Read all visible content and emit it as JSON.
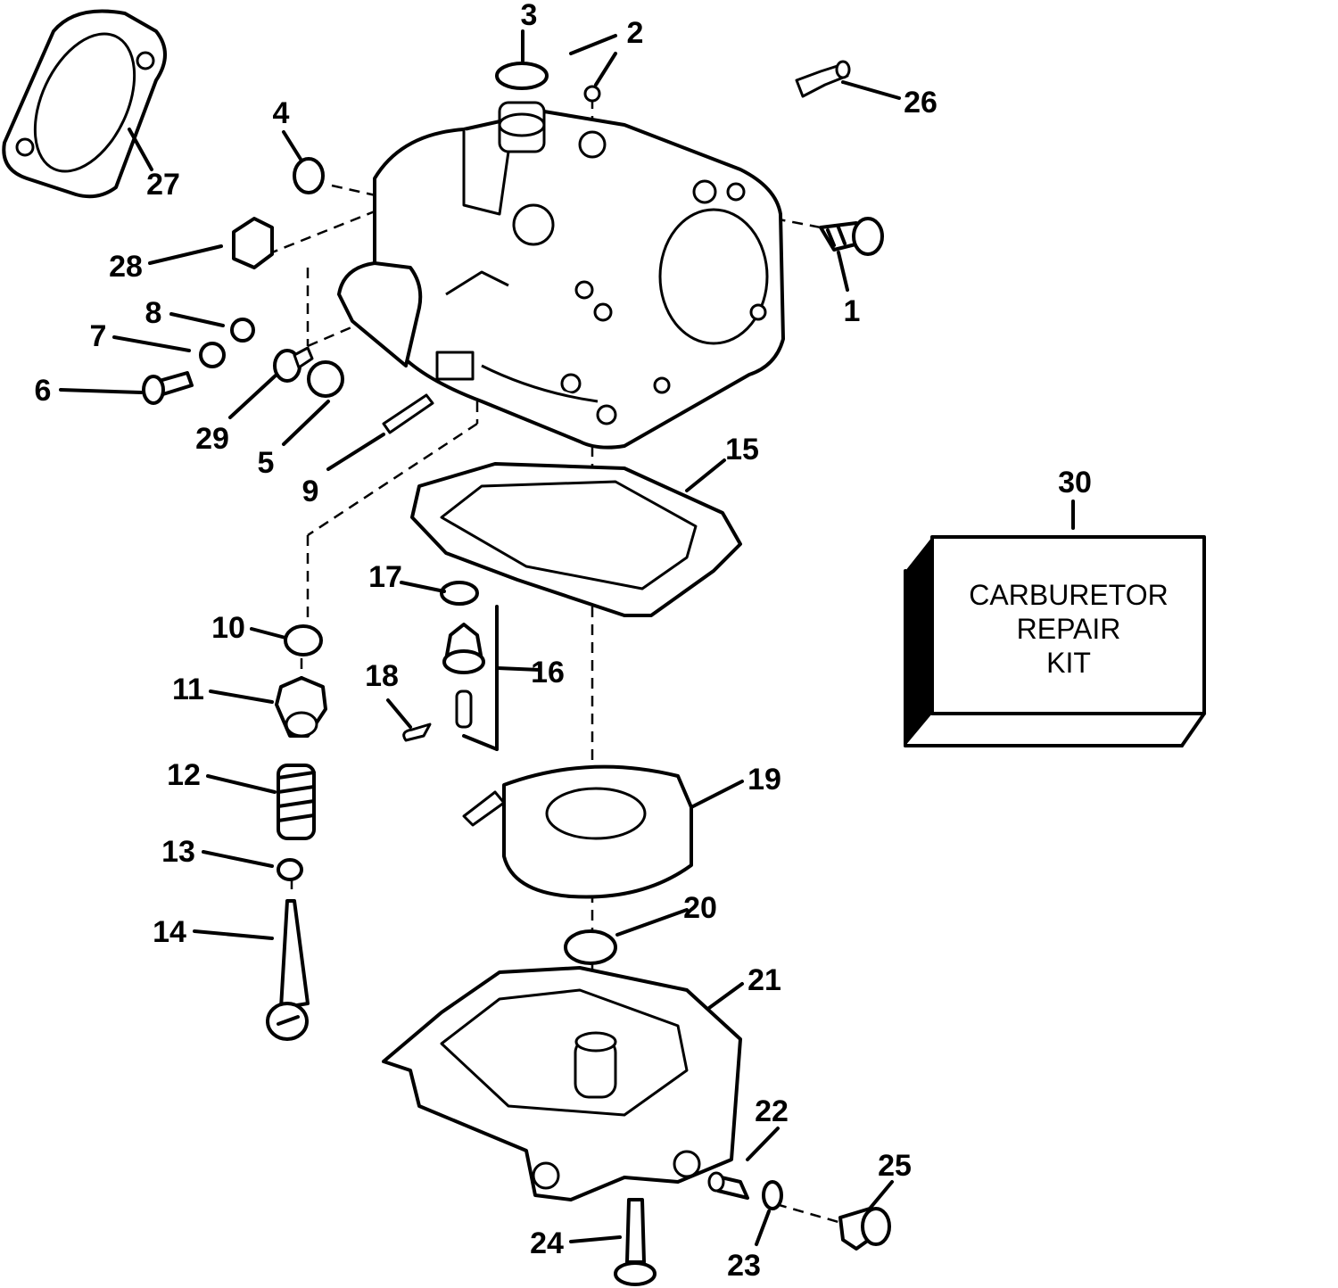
{
  "callouts": [
    "1",
    "2",
    "3",
    "4",
    "5",
    "6",
    "7",
    "8",
    "9",
    "10",
    "11",
    "12",
    "13",
    "14",
    "15",
    "16",
    "17",
    "18",
    "19",
    "20",
    "21",
    "22",
    "23",
    "24",
    "25",
    "26",
    "27",
    "28",
    "29",
    "30"
  ],
  "kit": {
    "line1": "CARBURETOR",
    "line2": "REPAIR",
    "line3": "KIT"
  }
}
